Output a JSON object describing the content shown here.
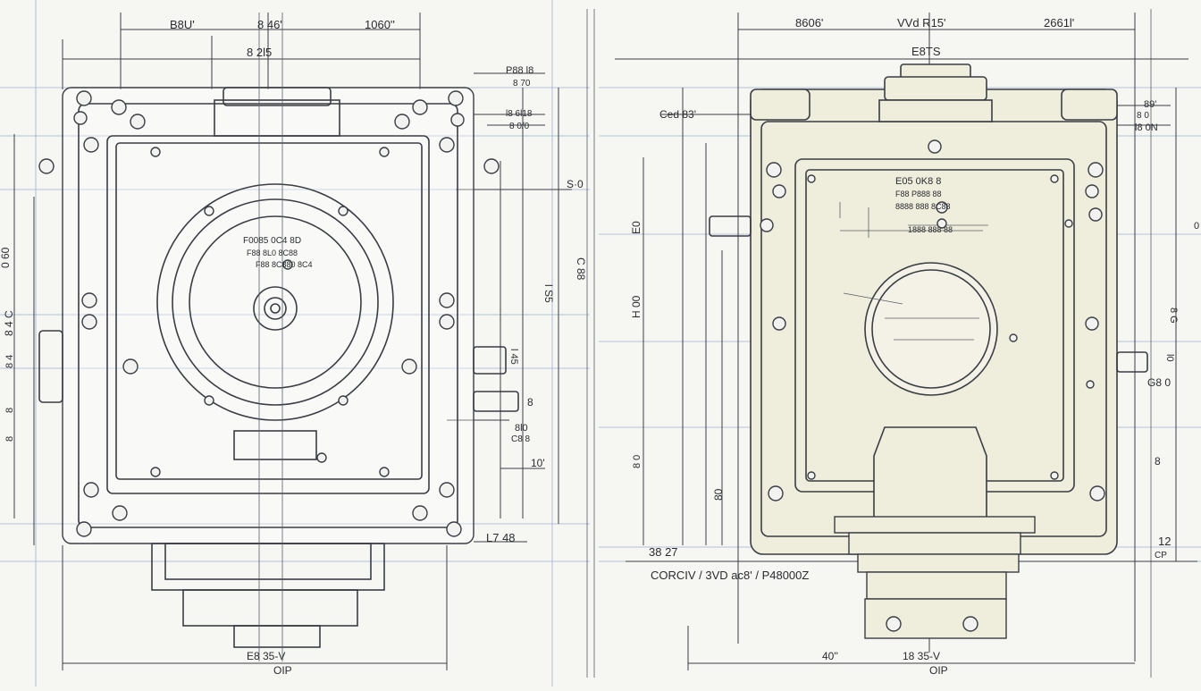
{
  "left_view": {
    "top_dims": [
      "B8U'",
      "8 46'",
      "1060''"
    ],
    "sub_dim": "8 2l5",
    "right_callouts": [
      "P88 l8",
      "8 70",
      "l8 6l18",
      "8 0/0",
      "S·0",
      "l S5",
      "C 88",
      "l 45",
      "8",
      "8l0",
      "C8 8",
      "10'",
      "L7 48"
    ],
    "left_callouts": [
      "0 60",
      "8 4 C",
      "8 4",
      "8",
      "8"
    ],
    "plate_labels": [
      "F0085 0C4 8D",
      "F88 8L0 8C88",
      "F88 8C880 8C4"
    ],
    "bottom_dims": [
      "E8 35-V",
      "OIP"
    ]
  },
  "right_view": {
    "top_dims": [
      "8606'",
      "VVd R15'",
      "2661l'"
    ],
    "cap_label": "E8TS",
    "left_callouts": [
      "Ced 83'",
      "E0",
      "H 00",
      "8 0",
      "80",
      "38 27"
    ],
    "right_callouts": [
      "89'",
      "8 0",
      "l8 0N",
      "0",
      "8 G",
      "G8 0",
      "l0",
      "8",
      "12",
      "CP"
    ],
    "plate_labels": [
      "E05 0K8 8",
      "F88 P888 88",
      "8888 888 8C88",
      "1888 888 88"
    ],
    "cartouche": "CORCIV / 3VD ac8' / P48000Z",
    "bottom_dims": [
      "40''",
      "18 35-V",
      "OIP"
    ]
  }
}
